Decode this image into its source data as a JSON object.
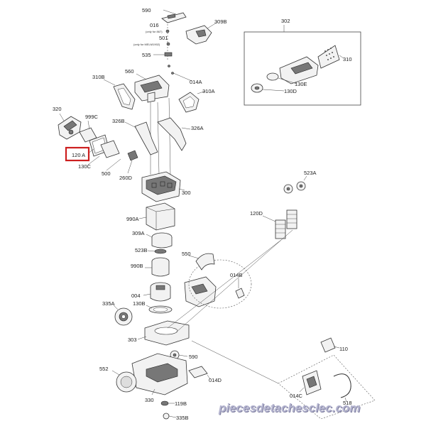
{
  "labels": {
    "p590_top": "590",
    "p309b_top": "309B",
    "p016": "016",
    "note_016": "(only for 867)",
    "p501": "501",
    "note_501": "(only for MELM1902)",
    "p535": "535",
    "p560": "560",
    "p014a": "014A",
    "p310b": "310B",
    "p310a": "310A",
    "p320": "320",
    "p999c": "999C",
    "p326b": "326B",
    "p326a": "326A",
    "p120a": "120 A",
    "p130c": "130C",
    "p500": "500",
    "p260d": "260D",
    "p300": "300",
    "p302": "302",
    "p310": "310",
    "p130e": "130E",
    "p130d": "130D",
    "p523a": "523A",
    "p120d": "120D",
    "p990a": "990A",
    "p309a": "309A",
    "p523b": "523B",
    "p550": "550",
    "p990b": "990B",
    "p014b": "014B",
    "p004": "004",
    "p335a": "335A",
    "p130b": "130B",
    "p303": "303",
    "p590_bottom": "590",
    "p110": "110",
    "p552": "552",
    "p014d": "014D",
    "p014c": "014C",
    "p518": "518",
    "p330": "330",
    "p119b": "119B",
    "p335b": "335B"
  },
  "watermark": "piecesdetachesclec.com",
  "colors": {
    "highlight": "#cc1f1f",
    "watermark_text": "#b5b5d0",
    "watermark_shadow": "#7f7fa0"
  }
}
